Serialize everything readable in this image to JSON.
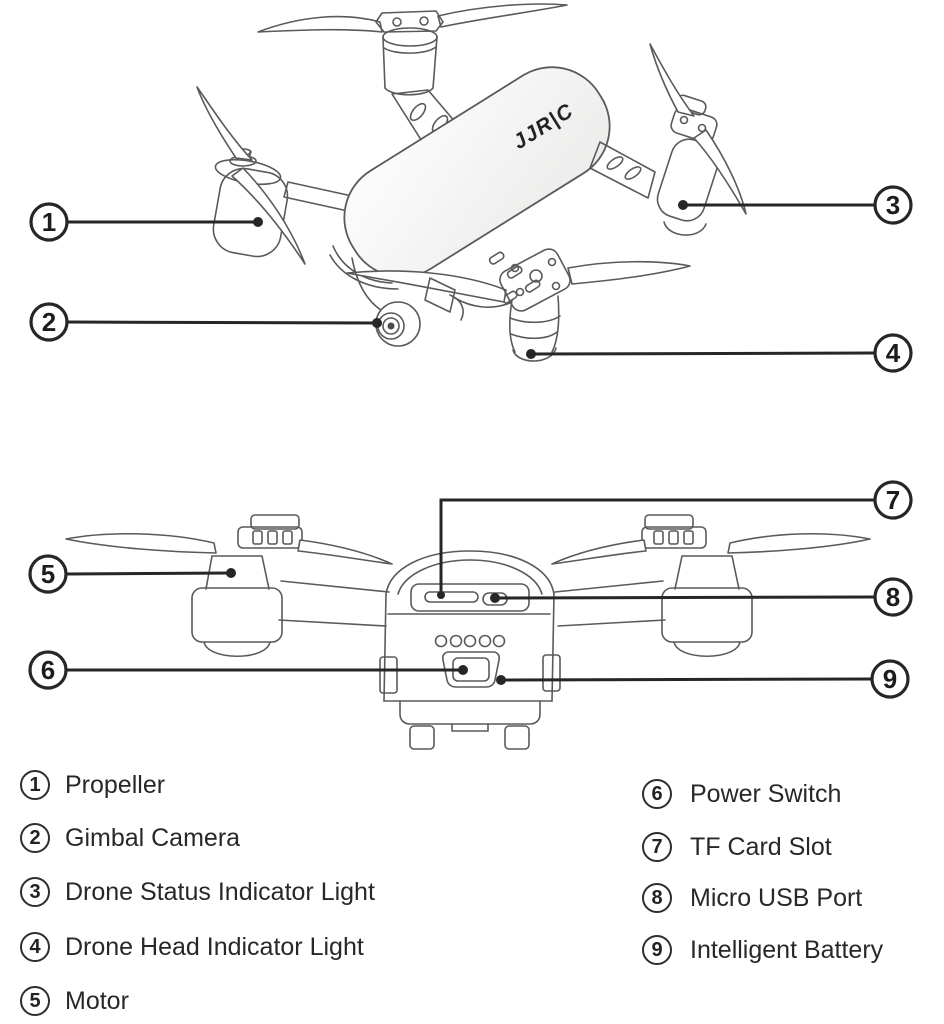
{
  "brand_logo": "JJR|C",
  "legend": {
    "left": [
      {
        "num": "1",
        "label": "Propeller"
      },
      {
        "num": "2",
        "label": "Gimbal Camera"
      },
      {
        "num": "3",
        "label": "Drone Status Indicator Light"
      },
      {
        "num": "4",
        "label": "Drone Head Indicator Light"
      },
      {
        "num": "5",
        "label": "Motor"
      }
    ],
    "right": [
      {
        "num": "6",
        "label": "Power Switch"
      },
      {
        "num": "7",
        "label": "TF Card Slot"
      },
      {
        "num": "8",
        "label": "Micro USB Port"
      },
      {
        "num": "9",
        "label": "Intelligent Battery"
      }
    ]
  },
  "colors": {
    "background": "#ffffff",
    "line_art": "#5a5a5a",
    "leader_line": "#262626",
    "text": "#282828",
    "canopy_fill": "#f2f2f1"
  }
}
